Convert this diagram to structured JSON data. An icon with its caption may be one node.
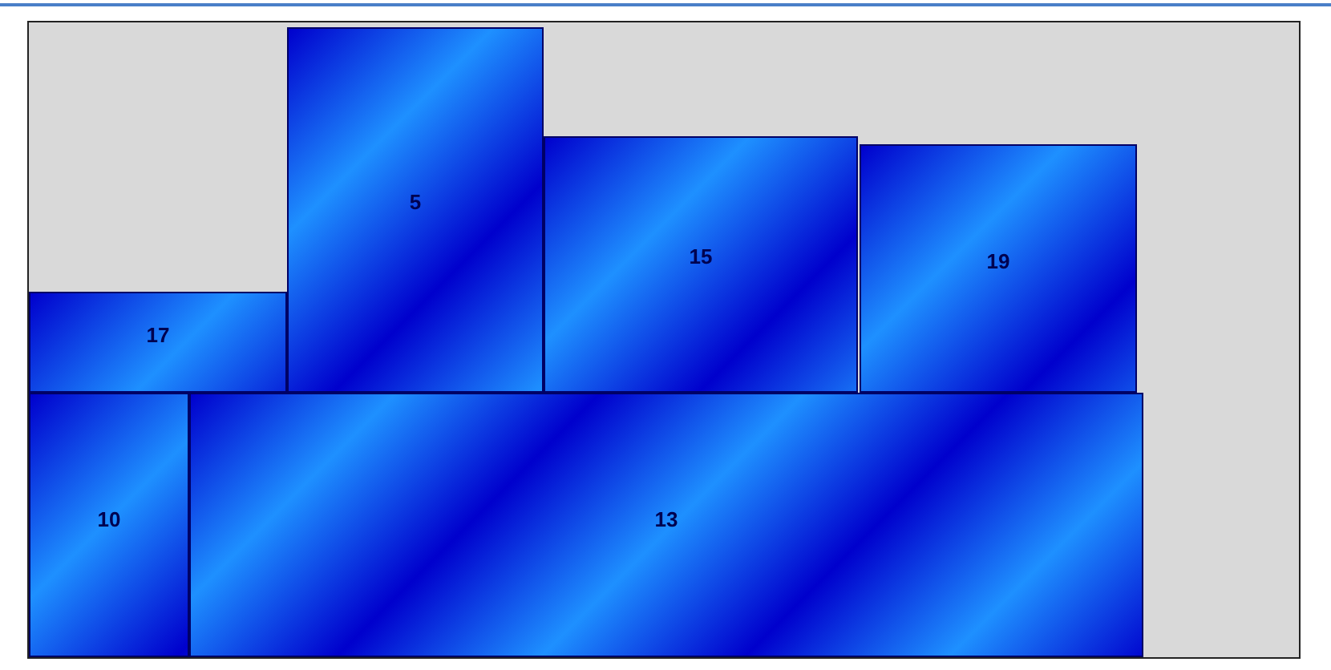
{
  "diagram": {
    "nodes": [
      {
        "text": [
          "5"
        ]
      },
      {
        "text": [
          "15"
        ]
      },
      {
        "text": [
          "19"
        ]
      },
      {
        "text": [
          "17"
        ]
      },
      {
        "text": [
          "10"
        ]
      },
      {
        "text": [
          "13"
        ]
      }
    ]
  }
}
